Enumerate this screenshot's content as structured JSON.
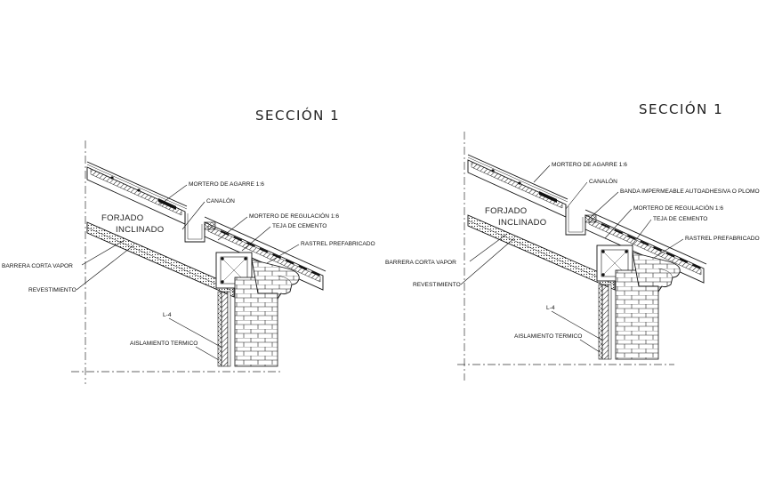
{
  "sections": [
    {
      "title": "SECCIÓN 1",
      "labels": {
        "forjado_1": "FORJADO",
        "forjado_2": "INCLINADO",
        "mortero_agarre": "MORTERO DE AGARRE 1:6",
        "canalon": "CANALÓN",
        "mortero_regulacion": "MORTERO DE REGULACIÓN 1:6",
        "teja": "TEJA DE CEMENTO",
        "rastrel": "RASTREL PREFABRICADO",
        "barrera": "BARRERA CORTA VAPOR",
        "revestimiento": "REVESTIMIENTO",
        "l4": "L-4",
        "aislamiento": "AISLAMIENTO TERMICO"
      }
    },
    {
      "title": "SECCIÓN 1",
      "labels": {
        "forjado_1": "FORJADO",
        "forjado_2": "INCLINADO",
        "mortero_agarre": "MORTERO DE AGARRE 1:6",
        "canalon": "CANALÓN",
        "banda": "BANDA IMPERMEABLE AUTOADHESIVA O PLOMO",
        "mortero_regulacion": "MORTERO DE REGULACIÓN 1:6",
        "teja": "TEJA DE CEMENTO",
        "rastrel": "RASTREL PREFABRICADO",
        "barrera": "BARRERA CORTA VAPOR",
        "revestimiento": "REVESTIMIENTO",
        "l4": "L-4",
        "aislamiento": "AISLAMIENTO TERMICO"
      }
    }
  ]
}
